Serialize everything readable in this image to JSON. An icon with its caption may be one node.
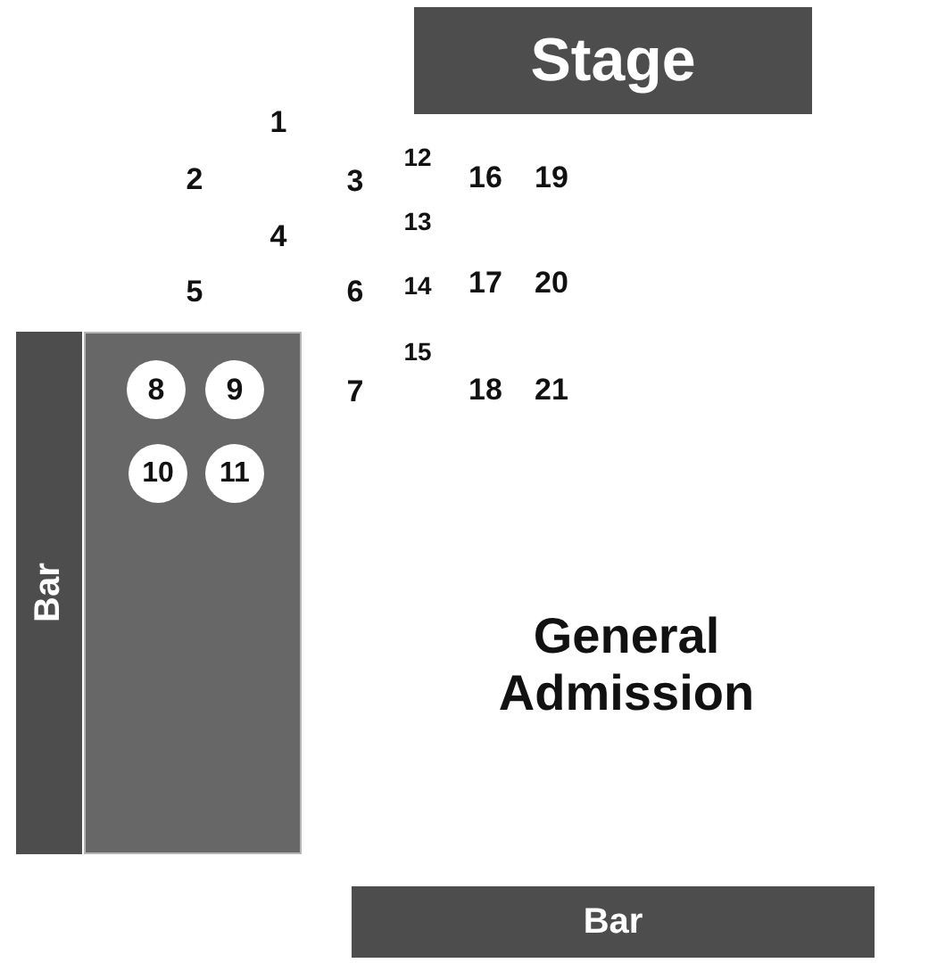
{
  "diagram": {
    "nodes": [
      {
        "text": [
          "Stage"
        ]
      },
      {
        "text": [
          "Bar"
        ]
      },
      {
        "text": [],
        "shape": "box"
      },
      {
        "text": [
          "8"
        ],
        "in": 2
      },
      {
        "text": [
          "9"
        ],
        "in": 2
      },
      {
        "text": [
          "10"
        ],
        "in": 2
      },
      {
        "text": [
          "11"
        ],
        "in": 2
      },
      {
        "text": [
          "Bar"
        ]
      }
    ],
    "edges": [],
    "labels": [
      "1",
      "12",
      "2",
      "3",
      "16",
      "19",
      "13",
      "4",
      "5",
      "6",
      "14",
      "17",
      "20",
      "15",
      "7",
      "18",
      "21",
      "General Admission"
    ]
  }
}
